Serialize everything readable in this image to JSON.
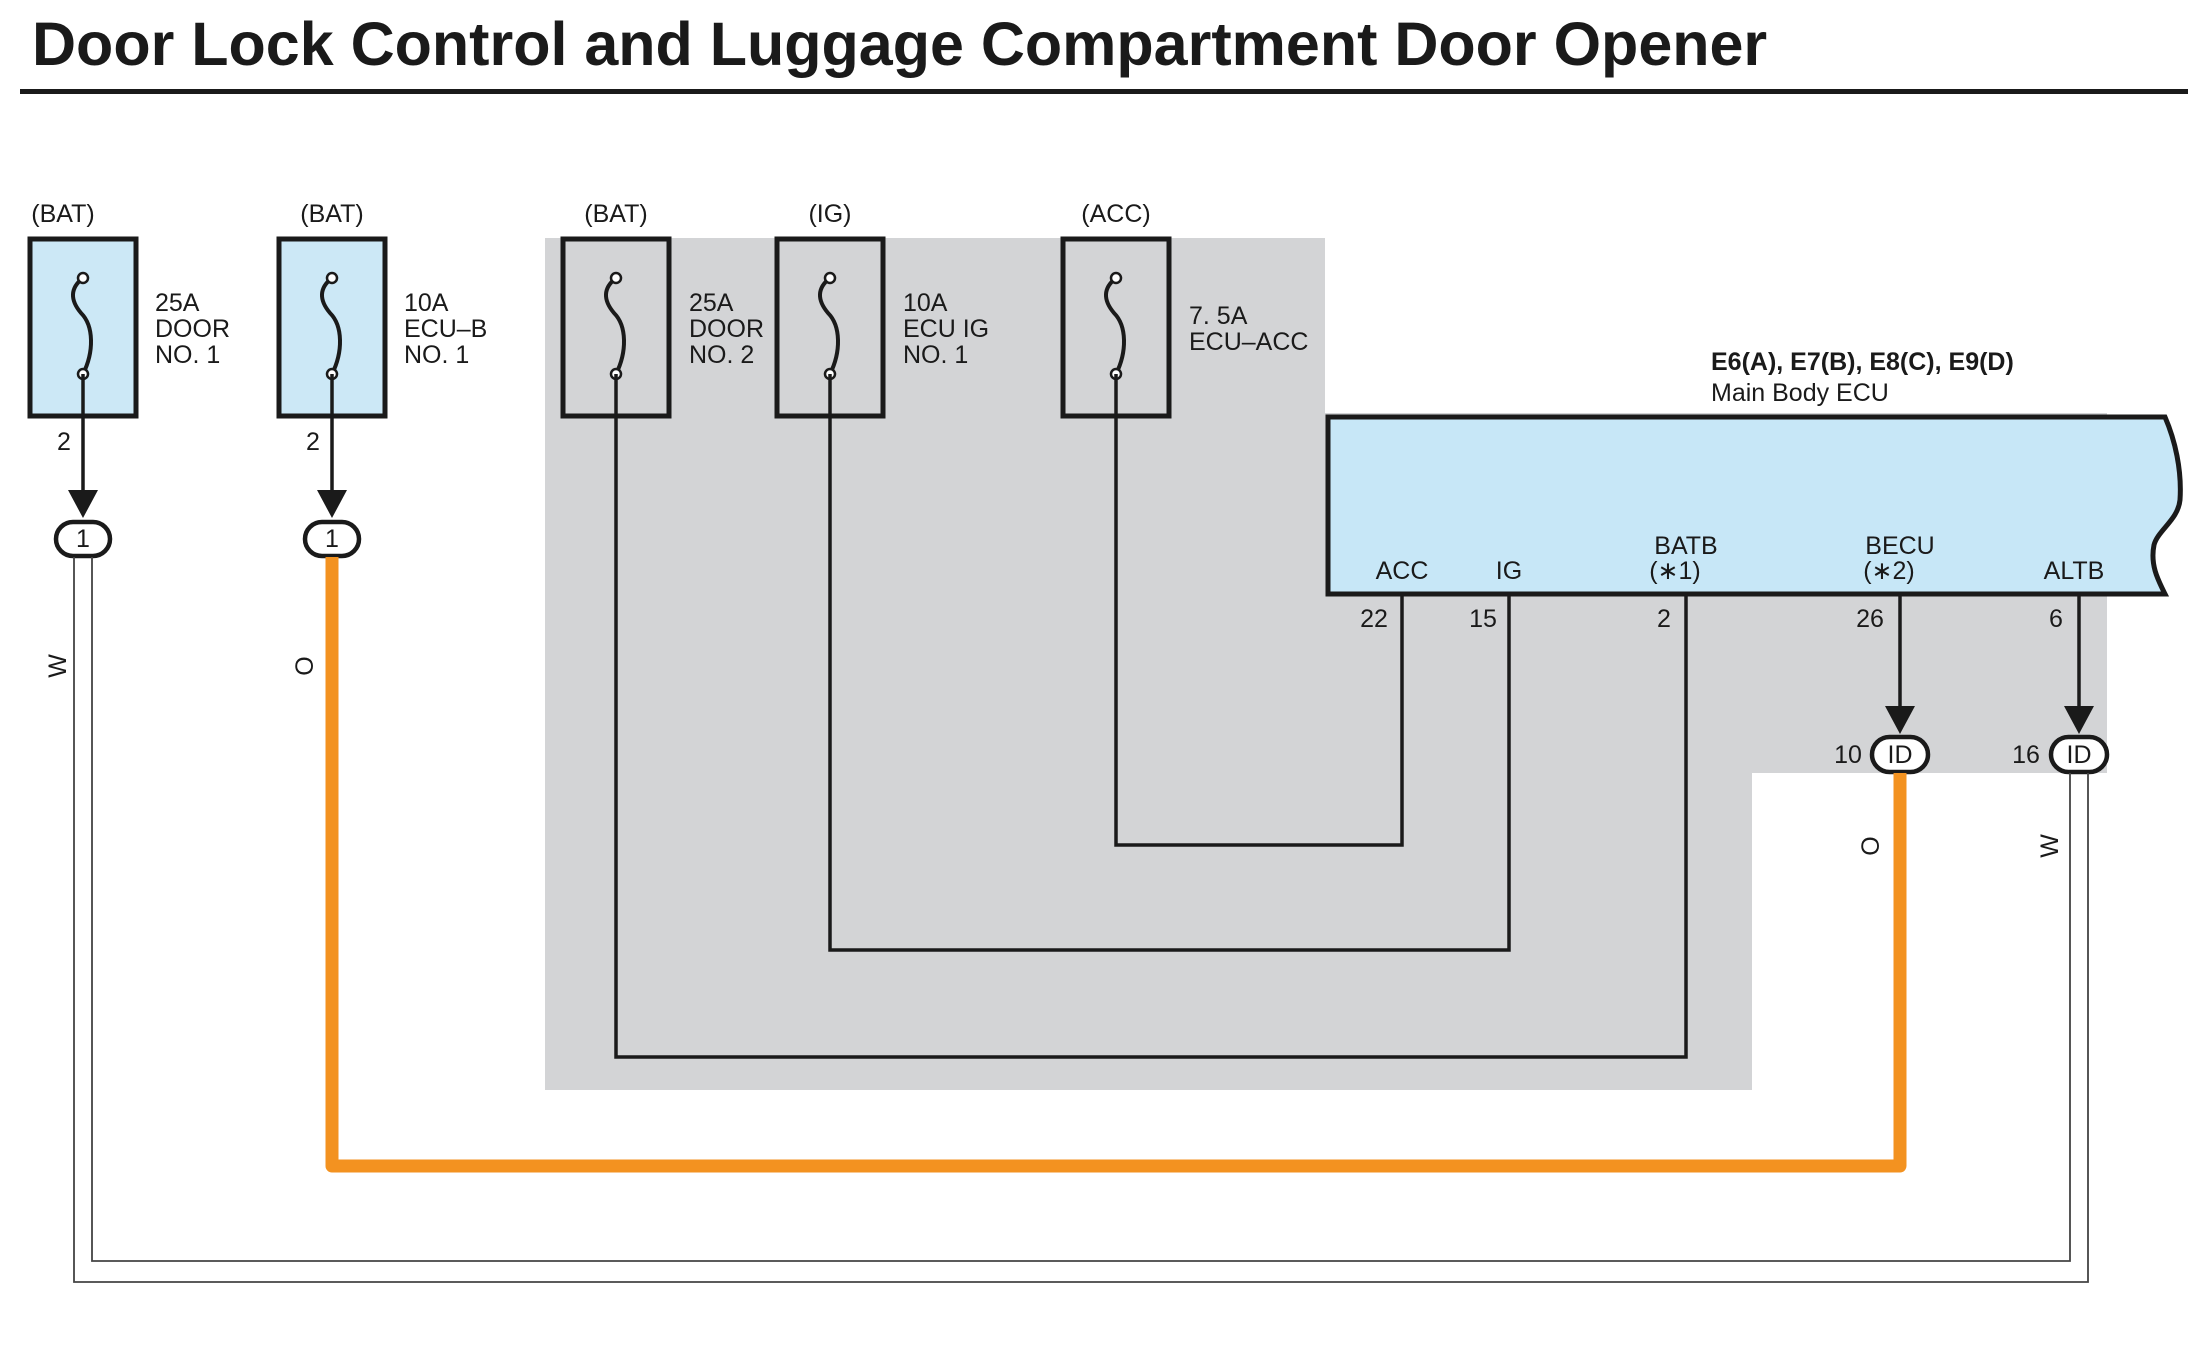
{
  "title": "Door Lock Control and Luggage Compartment Door Opener",
  "colors": {
    "fuse_fill": "#cce8f6",
    "ecu_fill": "#c7e7f7",
    "shade": "#d3d4d6",
    "orange_wire": "#f39220",
    "white_wire": "#ffffff"
  },
  "fuses": [
    {
      "source": "(BAT)",
      "rating": "25A",
      "line2": "DOOR",
      "line3": "NO. 1",
      "pin": "2",
      "connector": "1"
    },
    {
      "source": "(BAT)",
      "rating": "10A",
      "line2": "ECU–B",
      "line3": "NO. 1",
      "pin": "2",
      "connector": "1"
    },
    {
      "source": "(BAT)",
      "rating": "25A",
      "line2": "DOOR",
      "line3": "NO. 2"
    },
    {
      "source": "(IG)",
      "rating": "10A",
      "line2": "ECU IG",
      "line3": "NO. 1"
    },
    {
      "source": "(ACC)",
      "rating": "7. 5A",
      "line2": "ECU–ACC"
    }
  ],
  "ecu": {
    "connectors_label": "E6(A), E7(B), E8(C), E9(D)",
    "name": "Main Body ECU",
    "terminals": [
      {
        "name": "ACC",
        "pin": "22"
      },
      {
        "name": "IG",
        "pin": "15"
      },
      {
        "name": "BATB",
        "note": "(∗1)",
        "pin": "2"
      },
      {
        "name": "BECU",
        "note": "(∗2)",
        "pin": "26",
        "junction_pin": "10",
        "junction": "ID"
      },
      {
        "name": "ALTB",
        "pin": "6",
        "junction_pin": "16",
        "junction": "ID"
      }
    ]
  },
  "wire_colors": {
    "left_white": "W",
    "left_orange": "O",
    "right_orange": "O",
    "right_white": "W"
  }
}
